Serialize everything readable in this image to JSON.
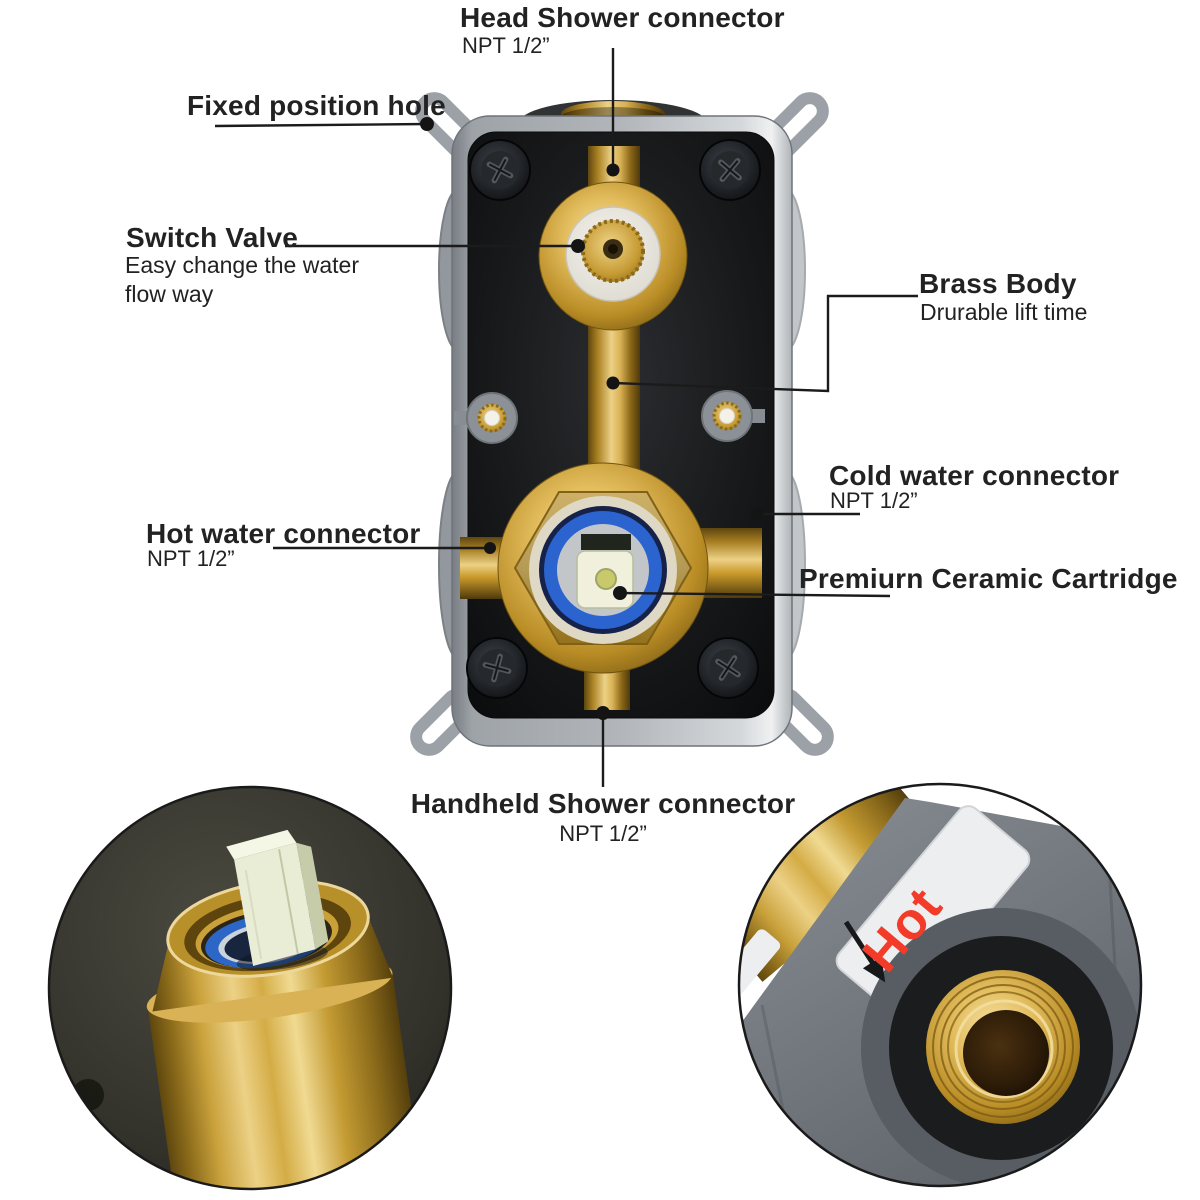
{
  "callouts": {
    "head_shower": {
      "title": "Head Shower connector",
      "spec": "NPT 1/2”"
    },
    "fixed_position_hole": {
      "title": "Fixed position hole"
    },
    "switch_valve": {
      "title": "Switch Valve",
      "description": "Easy change the water flow way"
    },
    "brass_body": {
      "title": "Brass Body",
      "description": "Drurable lift time"
    },
    "cold_water": {
      "title": "Cold water connector",
      "spec": "NPT 1/2”"
    },
    "hot_water": {
      "title": "Hot water connector",
      "spec": "NPT 1/2”"
    },
    "ceramic_cartridge": {
      "title": "Premiurn Ceramic Cartridge"
    },
    "handheld_shower": {
      "title": "Handheld Shower connector",
      "spec": "NPT 1/2”"
    }
  },
  "insets": {
    "hot_sticker_text": "Hot"
  },
  "colors": {
    "brass": "#c9992a",
    "cartridge_blue": "#2b63cf",
    "hot_red": "#f23b28",
    "case_grey": "#aeb3b7",
    "leader_line": "#1b1b1b"
  }
}
